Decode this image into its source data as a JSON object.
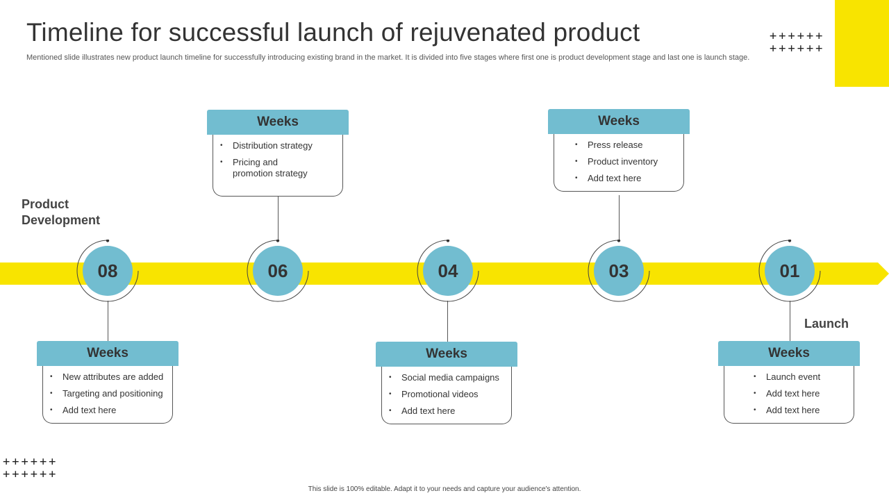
{
  "title": "Timeline for successful launch of rejuvenated product",
  "subtitle": "Mentioned slide illustrates new product launch timeline for successfully introducing existing brand in the market. It is divided into five  stages where first one is product development stage and last one is launch stage.",
  "colors": {
    "accent_yellow": "#F8E400",
    "accent_blue": "#72BDD0",
    "text_dark": "#333333"
  },
  "decorations": {
    "plus_row": "++++++"
  },
  "labels": {
    "start": "Product Development",
    "end": "Launch"
  },
  "stages": [
    {
      "number": "08",
      "card": {
        "heading": "Weeks",
        "items": [
          "New attributes are added",
          "Targeting  and positioning",
          "Add text here"
        ]
      }
    },
    {
      "number": "06",
      "card": {
        "heading": "Weeks",
        "items": [
          "Distribution strategy",
          "Pricing and promotion  strategy"
        ]
      }
    },
    {
      "number": "04",
      "card": {
        "heading": "Weeks",
        "items": [
          "Social media campaigns",
          "Promotional videos",
          "Add text here"
        ]
      }
    },
    {
      "number": "03",
      "card": {
        "heading": "Weeks",
        "items": [
          "Press release",
          "Product inventory",
          "Add text here"
        ]
      }
    },
    {
      "number": "01",
      "card": {
        "heading": "Weeks",
        "items": [
          "Launch event",
          "Add text here",
          "Add text here"
        ]
      }
    }
  ],
  "footer": "This slide is 100% editable.  Adapt it to your needs and capture your audience's attention."
}
